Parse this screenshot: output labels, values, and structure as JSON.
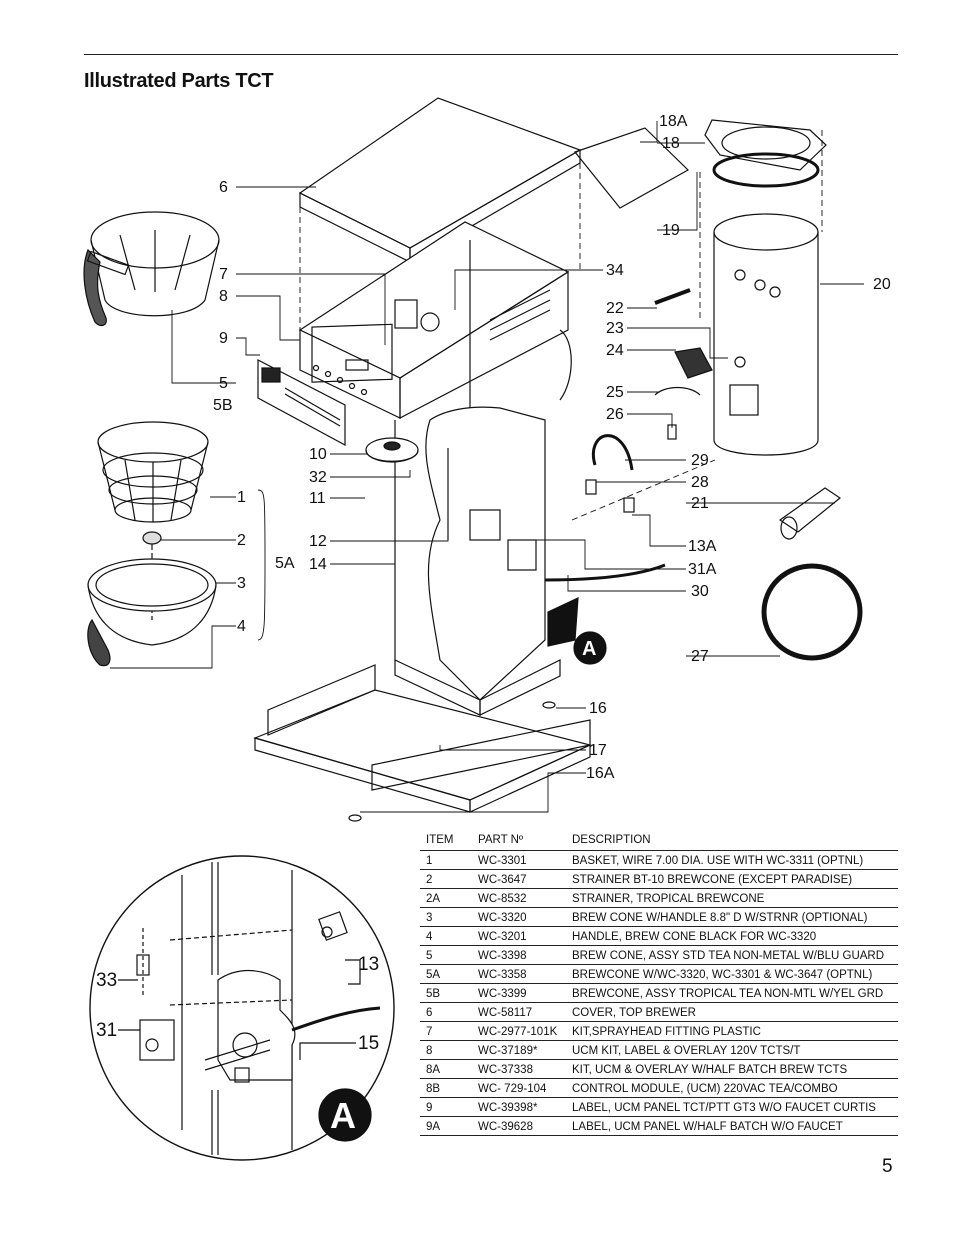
{
  "header": {
    "title": "Illustrated Parts TCT"
  },
  "callouts": {
    "c6": "6",
    "c7": "7",
    "c8": "8",
    "c9": "9",
    "c5": "5",
    "c5B": "5B",
    "c1": "1",
    "c2": "2",
    "c3": "3",
    "c4": "4",
    "c5A": "5A",
    "c10": "10",
    "c32": "32",
    "c11": "11",
    "c12": "12",
    "c14": "14",
    "c34": "34",
    "c18A": "18A",
    "c18": "18",
    "c19": "19",
    "c20": "20",
    "c22": "22",
    "c23": "23",
    "c24": "24",
    "c25": "25",
    "c26": "26",
    "c29": "29",
    "c28": "28",
    "c21": "21",
    "c13A": "13A",
    "c31A": "31A",
    "c30": "30",
    "c27": "27",
    "c16": "16",
    "c17": "17",
    "c16A": "16A",
    "detailA": "A",
    "c33": "33",
    "c13": "13",
    "c31": "31",
    "c15": "15",
    "detailA2": "A"
  },
  "parts_table": {
    "headers": {
      "item": "ITEM",
      "part": "PART Nº",
      "description": "DESCRIPTION"
    },
    "rows": [
      {
        "item": "1",
        "part": "WC-3301",
        "description": "BASKET, WIRE 7.00 DIA. USE WITH WC-3311 (OPTNL)"
      },
      {
        "item": "2",
        "part": "WC-3647",
        "description": "STRAINER BT-10 BREWCONE (EXCEPT PARADISE)"
      },
      {
        "item": "2A",
        "part": "WC-8532",
        "description": "STRAINER, TROPICAL BREWCONE"
      },
      {
        "item": "3",
        "part": "WC-3320",
        "description": "BREW CONE W/HANDLE 8.8\" D W/STRNR (OPTIONAL)"
      },
      {
        "item": "4",
        "part": "WC-3201",
        "description": "HANDLE, BREW CONE BLACK FOR WC-3320"
      },
      {
        "item": "5",
        "part": "WC-3398",
        "description": "BREW CONE, ASSY STD TEA NON-METAL W/BLU GUARD"
      },
      {
        "item": "5A",
        "part": "WC-3358",
        "description": "BREWCONE W/WC-3320, WC-3301 & WC-3647 (OPTNL)"
      },
      {
        "item": "5B",
        "part": "WC-3399",
        "description": "BREWCONE, ASSY TROPICAL TEA NON-MTL W/YEL GRD"
      },
      {
        "item": "6",
        "part": "WC-58117",
        "description": "COVER, TOP BREWER"
      },
      {
        "item": "7",
        "part": "WC-2977-101K",
        "description": "KIT,SPRAYHEAD FITTING PLASTIC"
      },
      {
        "item": "8",
        "part": "WC-37189*",
        "description": "UCM KIT, LABEL & OVERLAY 120V TCTS/T"
      },
      {
        "item": "8A",
        "part": "WC-37338",
        "description": "KIT, UCM & OVERLAY W/HALF BATCH BREW TCTS"
      },
      {
        "item": "8B",
        "part": "WC- 729-104",
        "description": "CONTROL MODULE, (UCM) 220VAC TEA/COMBO"
      },
      {
        "item": "9",
        "part": "WC-39398*",
        "description": "LABEL, UCM PANEL TCT/PTT GT3 W/O FAUCET CURTIS"
      },
      {
        "item": "9A",
        "part": "WC-39628",
        "description": "LABEL, UCM PANEL W/HALF BATCH W/O FAUCET"
      }
    ]
  },
  "page_number": "5"
}
